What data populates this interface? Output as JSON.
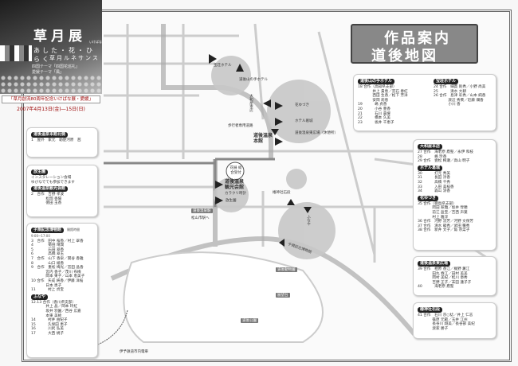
{
  "banner": {
    "logo": "草月展",
    "logo_sub": "いけばな",
    "line1": "あした・花・ひらく",
    "line2": "草月ルネサンス",
    "theme1": "四国テーマ「四国花巡礼」",
    "theme2": "愛媛テーマ「風」",
    "event": "「草月創流80周年記念いけばな展・愛媛」",
    "date": "2007年4月13日(金)―15日(日)"
  },
  "title": {
    "line1": "作品案内",
    "line2": "道後地図"
  },
  "panels": {
    "honkan_north": {
      "title": "道後温泉本館北側",
      "lines": [
        "1　屋外　家元　勅使河原　茜"
      ]
    },
    "hojoen": {
      "title": "放生園",
      "lines": [
        "インスタレーション会場",
        "ゆびなでても参加できます"
      ]
    },
    "kanko": {
      "title": "道後温泉観光会館",
      "lines": [
        "2　合作　吉野 孝波",
        "　　　　松岡 香陽",
        "　　　　徳田 玉香"
      ]
    },
    "shiki": {
      "title": "子規記念博物館",
      "note": "開館時間 9:00~17:00",
      "lines": [
        "3　合作　田中 桜香／村上 翠香",
        "4　　　　菊田 晴潤",
        "5　　　　石田 翠香",
        "6　　　　高橋 翠玉",
        "7　合作　山下 香泉／関谷 香雅",
        "8　　　　山口 綾香",
        "9　合作　重松 梅光／宮田 晶香",
        "　　　　宮内 香子／茂川 布梅",
        "　　　　岡本 東子／山本 恵美子",
        "10 合作　矢成 純香／伊藤 洋桜",
        "　　　　日本 恵子",
        "11　　　 村上 貞宝"
      ]
    },
    "funaya": {
      "title": "ふなや",
      "lines": [
        "12.13 合作（香川県支部）",
        "　　　　井上 晶／岡本 玲紅",
        "　　　　坂井 羽園／西谷 広嘉",
        "　　　　本東 美絵",
        "14　　　 村井 由紀子",
        "15　　　 久保田 恵子",
        "16　　　 川尻 弘美",
        "17　　　 大西 規子"
      ]
    },
    "yamanote": {
      "title": "道後山の手ホテル",
      "lines": [
        "18 合作（高知県支部）",
        "　　　　井上 貴恵／宮石 春紅",
        "　　　　西田 生香／松下 芳洋",
        "　　　　安岡 莉恵",
        "19　　　 嶋 貞香",
        "20　　　 小谷 豊香",
        "21　　　 石川 貴燿",
        "22　　　 橋本 久美",
        "23　　　 坂井 千恵子"
      ]
    },
    "hoso": {
      "title": "宝荘ホテル",
      "lines": [
        "24 合作　細貫 則秀／小野 尚美",
        "25　　　 清水 大耕",
        "26 合作　島津 彩秀／山本 純香",
        "　　　　渡辺 秀茱／近藤 爛香",
        "　　　　小川 香"
      ]
    },
    "yamatoya": {
      "title": "大和屋本店",
      "lines": [
        "27 合作　海老原 鷹聖／永伊 和枝",
        "28　　　 嶋 玲香",
        "29 合作　壹松 梅瀬／高山 明子"
      ]
    },
    "katsuragi": {
      "title": "ホテル葛城",
      "lines": [
        "30　　　 打元 秀美",
        "31　　　 長田 淳香",
        "32　　　 高橋 千秀",
        "33　　　 入田 美桜香",
        "34　　　 森山 涼香"
      ]
    },
    "hanayuzuki": {
      "title": "花ゆづき",
      "lines": [
        "35 合作（徳島県支部）",
        "　　　　岡田 惹雛／坂井 惇穂",
        "　　　　前江 盈宝／吉西 声葉",
        "　　　　村上 雅淳",
        "36 合作　河野 流芳／河野 文保芳",
        "37 合作　清水 龍秀／武田 穣秀",
        "38 合作　新井 文子／角 宗菜子"
      ]
    },
    "higashi": {
      "title": "道後温泉東広場",
      "lines": [
        "39 合作　相原 香江／梶野 蕙江",
        "　　　　田丸 春江／田村 美美",
        "　　　　岡村 美紀／松川 章秀",
        "　　　　吉野 正子／末田 蓮子子",
        "40　　　 海老原 鷹聖"
      ]
    },
    "tsubaki": {
      "title": "椿神社石段",
      "lines": [
        "41 合作　石川 京○稔／井上 仁志",
        "　　　　篠原 元範／玉井 江州",
        "　　　　長谷川 翔美／長谷部 美紀",
        "　　　　渡家 勝子"
      ]
    }
  },
  "map": {
    "hoso": "宝荘ホテル",
    "yamanote": "道後山の手ホテル",
    "yamatoya": "大和屋本店",
    "hanayuzuki": "花ゆづき",
    "katsuragi": "ホテル葛城",
    "honkan": "道後温泉本館",
    "higashi": "道後温泉東広場（休憩所）",
    "reception": "花展 総合受付",
    "kanko": "道後温泉観光会館",
    "karakuri": "カラクリ時計",
    "hojoen": "放生園",
    "tsubaki": "椿神社石段",
    "funaya": "ふなや",
    "shiki": "子規記念博物館",
    "station": "道後温泉駅",
    "matsuyama": "松山市駅へ",
    "zoo": "道後動物園",
    "observatory": "展望台",
    "park": "道後公園",
    "walk": "歩行者専用道路",
    "tram": "伊予鉄道市内電車"
  },
  "colors": {
    "route": "#bdbdbd",
    "circle": "#c8c8c8",
    "dark": "#222222"
  }
}
